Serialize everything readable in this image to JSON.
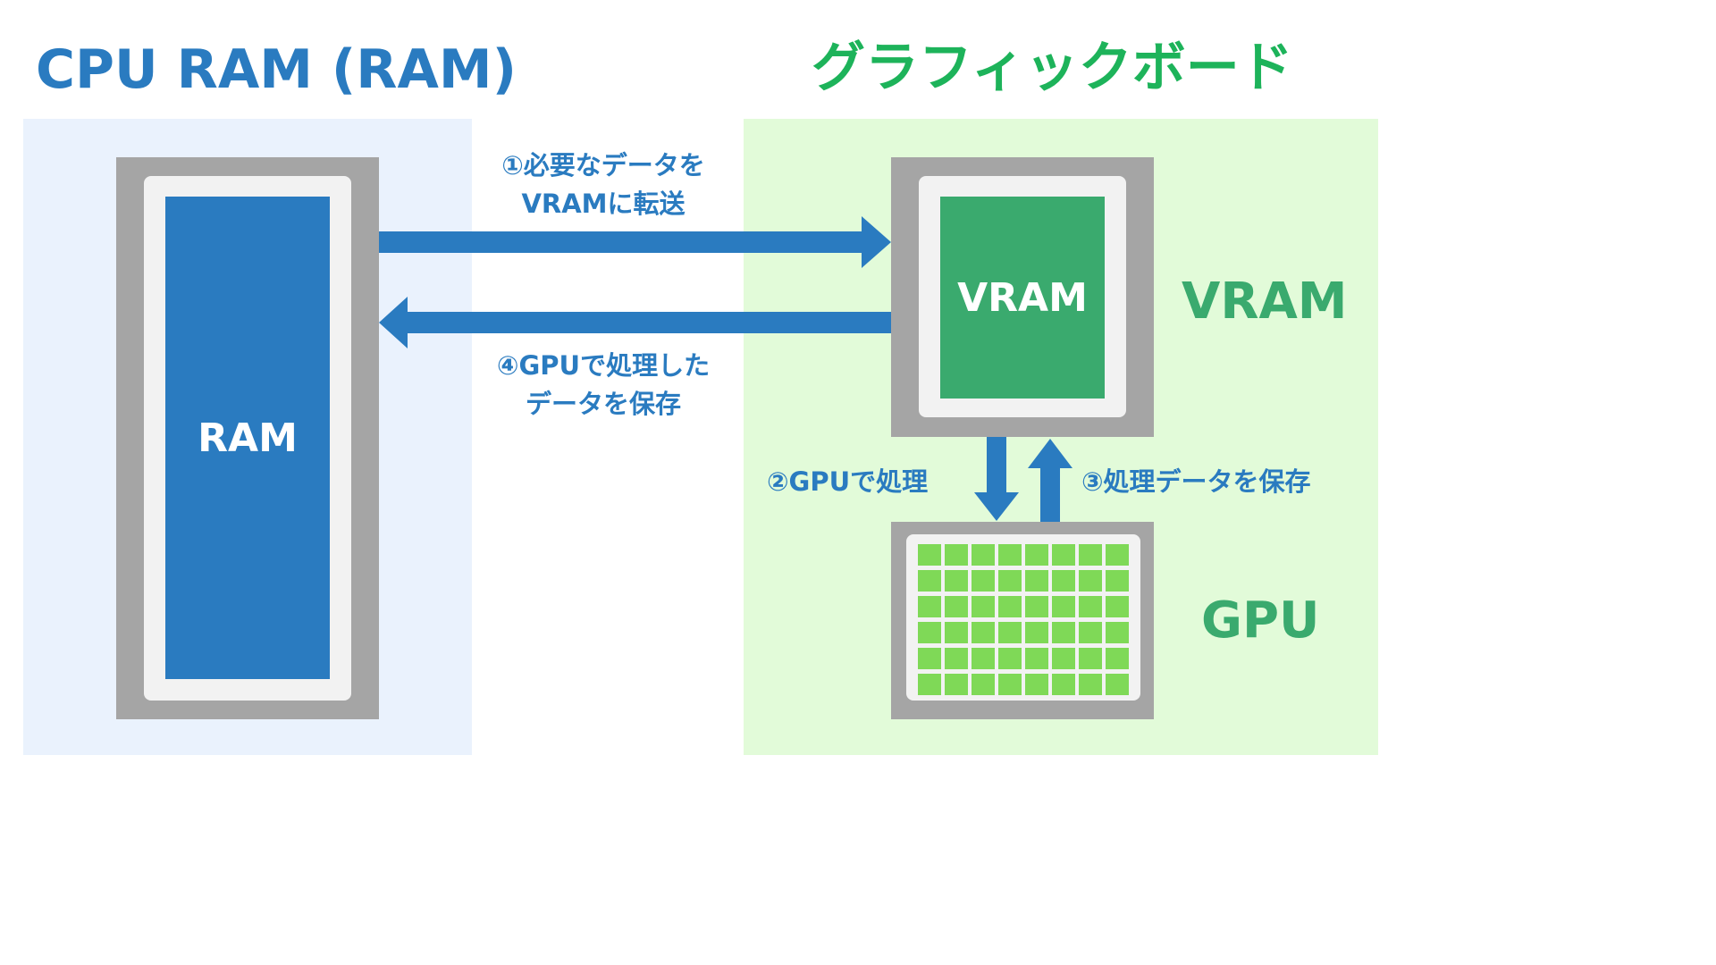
{
  "titles": {
    "left": "CPU RAM (RAM)",
    "right": "グラフィックボード"
  },
  "ram_block": {
    "label": "RAM"
  },
  "vram_block": {
    "label": "VRAM",
    "side_label": "VRAM"
  },
  "gpu_block": {
    "side_label": "GPU",
    "grid_rows": 6,
    "grid_cols": 8
  },
  "arrows": {
    "step1": {
      "line1": "①必要なデータを",
      "line2": "VRAMに転送"
    },
    "step4": {
      "line1": "④GPUで処理した",
      "line2": "データを保存"
    },
    "step2": "②GPUで処理",
    "step3": "③処理データを保存"
  },
  "colors": {
    "blue": "#2a7bc0",
    "green_title": "#1db35a",
    "vram_green": "#3aaa6e",
    "gpu_cell": "#7fd957",
    "frame_gray": "#a5a5a5",
    "left_bg": "#eaf2fd",
    "right_bg": "#e2fbd9"
  }
}
